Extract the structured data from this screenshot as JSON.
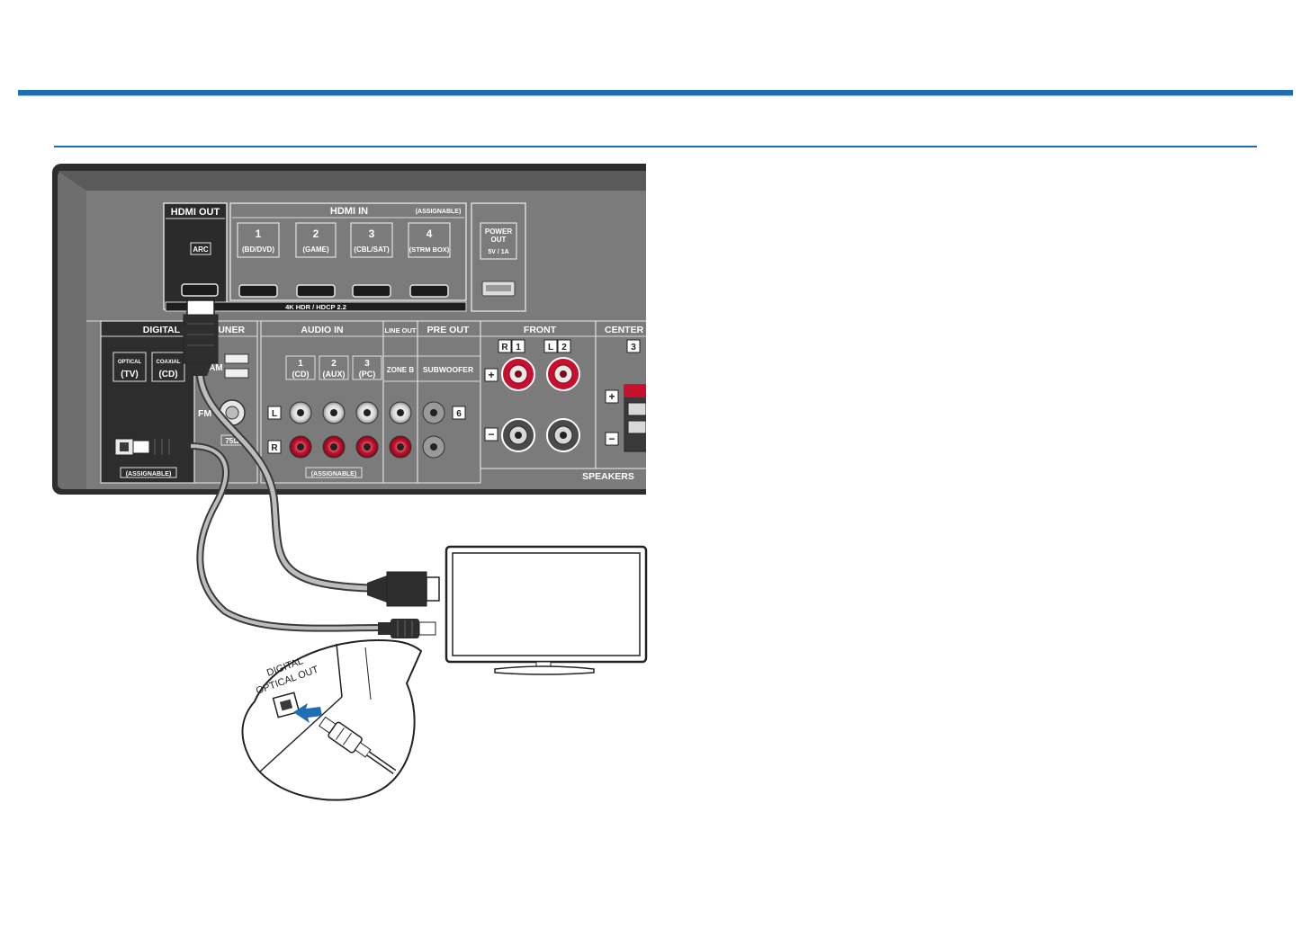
{
  "panel": {
    "hdmi_out": "HDMI OUT",
    "arc": "ARC",
    "hdmi_in": "HDMI IN",
    "assignable_top": "(ASSIGNABLE)",
    "hdmi_inputs": [
      {
        "num": "1",
        "name": "(BD/DVD)"
      },
      {
        "num": "2",
        "name": "(GAME)"
      },
      {
        "num": "3",
        "name": "(CBL/SAT)"
      },
      {
        "num": "4",
        "name": "(STRM BOX)"
      }
    ],
    "power_out_1": "POWER",
    "power_out_2": "OUT",
    "power_rating": "5V / 1A",
    "hdr_label": "4K HDR / HDCP 2.2",
    "digital_in": "DIGITAL IN",
    "tuner": "TUNER",
    "optical": "OPTICAL",
    "optical_src": "(TV)",
    "coaxial": "COAXIAL",
    "coaxial_src": "(CD)",
    "assignable_digital": "(ASSIGNABLE)",
    "am": "AM",
    "fm": "FM",
    "ohm": "75Ω",
    "audio_in": "AUDIO IN",
    "audio_inputs": [
      {
        "num": "1",
        "name": "(CD)"
      },
      {
        "num": "2",
        "name": "(AUX)"
      },
      {
        "num": "3",
        "name": "(PC)"
      }
    ],
    "assignable_audio": "(ASSIGNABLE)",
    "left": "L",
    "right": "R",
    "line_out": "LINE OUT",
    "zone_b": "ZONE B",
    "pre_out": "PRE OUT",
    "subwoofer": "SUBWOOFER",
    "sub_num": "6",
    "front": "FRONT",
    "front_r": "R",
    "front_r_num": "1",
    "front_l": "L",
    "front_l_num": "2",
    "center": "CENTER",
    "center_num": "3",
    "plus": "+",
    "minus": "−",
    "speakers": "SPEAKERS"
  },
  "callout": {
    "line1": "DIGITAL",
    "line2": "OPTICAL OUT"
  }
}
